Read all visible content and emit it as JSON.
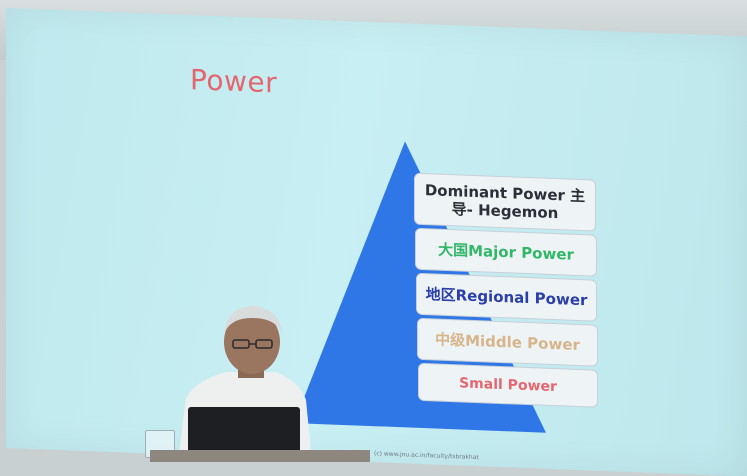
{
  "slide": {
    "title": "Power",
    "tiers": [
      "Dominant Power 主导- Hegemon",
      "大国Major Power",
      "地区Regional Power",
      "中级Middle Power",
      "Small Power"
    ],
    "footer": "(c) www.jnu.ac.in/faculty/tsbrakhat"
  },
  "colors": {
    "title": "#e4676f",
    "pyramid": "#2f76e6",
    "major": "#32b768",
    "regional": "#2a3faa",
    "middle": "#d7b58a",
    "small": "#e36770"
  }
}
